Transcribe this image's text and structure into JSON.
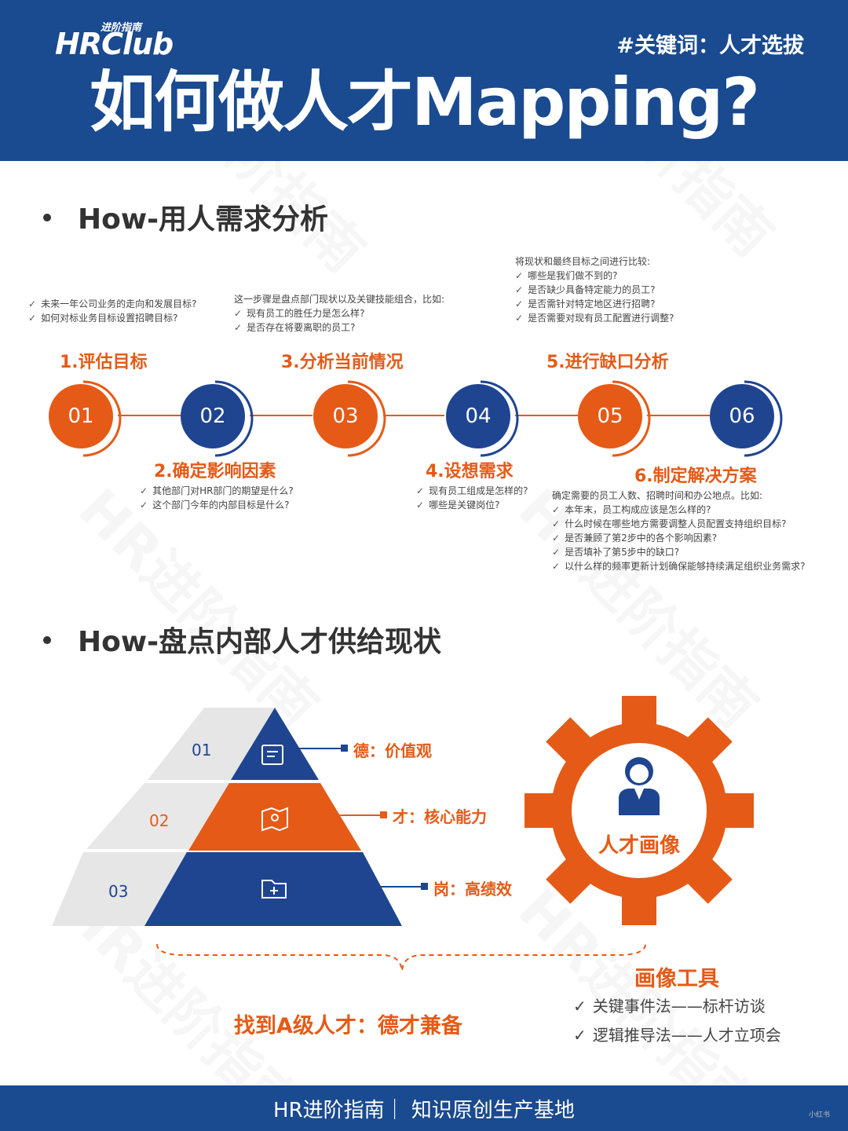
{
  "header": {
    "logo_sub": "进阶指南",
    "logo_main": "HRClub",
    "keyword": "#关键词：人才选拔",
    "title": "如何做人才Mapping?"
  },
  "section1": {
    "title": "How-用人需求分析",
    "steps": [
      {
        "num": "01",
        "label": "1.评估目标",
        "intro": "",
        "items": [
          "未来一年公司业务的走向和发展目标?",
          "如何对标业务目标设置招聘目标?"
        ]
      },
      {
        "num": "02",
        "label": "2.确定影响因素",
        "intro": "",
        "items": [
          "其他部门对HR部门的期望是什么?",
          "这个部门今年的内部目标是什么?"
        ]
      },
      {
        "num": "03",
        "label": "3.分析当前情况",
        "intro": "这一步骤是盘点部门现状以及关键技能组合，比如:",
        "items": [
          "现有员工的胜任力是怎么样?",
          "是否存在将要离职的员工?"
        ]
      },
      {
        "num": "04",
        "label": "4.设想需求",
        "intro": "",
        "items": [
          "现有员工组成是怎样的?",
          "哪些是关键岗位?"
        ]
      },
      {
        "num": "05",
        "label": "5.进行缺口分析",
        "intro": "将现状和最终目标之间进行比较:",
        "items": [
          "哪些是我们做不到的?",
          "是否缺少具备特定能力的员工?",
          "是否需针对特定地区进行招聘?",
          "是否需要对现有员工配置进行调整?"
        ]
      },
      {
        "num": "06",
        "label": "6.制定解决方案",
        "intro": "确定需要的员工人数、招聘时间和办公地点。比如:",
        "items": [
          "本年末，员工构成应该是怎么样的?",
          "什么时候在哪些地方需要调整人员配置支持组织目标?",
          "是否兼顾了第2步中的各个影响因素?",
          "是否填补了第5步中的缺口?",
          "以什么样的频率更新计划确保能够持续满足组织业务需求?"
        ]
      }
    ]
  },
  "section2": {
    "title": "How-盘点内部人才供给现状",
    "pyramid": [
      {
        "num": "01",
        "label": "德：价值观",
        "icon": "map-scroll-icon"
      },
      {
        "num": "02",
        "label": "才：核心能力",
        "icon": "map-pin-icon"
      },
      {
        "num": "03",
        "label": "岗：高绩效",
        "icon": "folder-plus-icon"
      }
    ],
    "gear_label": "人才画像",
    "conclusion": "找到A级人才：德才兼备",
    "tools_title": "画像工具",
    "tools": [
      "关键事件法——标杆访谈",
      "逻辑推导法——人才立项会"
    ]
  },
  "footer": {
    "text": "HR进阶指南｜ 知识原创生产基地",
    "watermark": "小红书"
  },
  "colors": {
    "brand_blue": "#1a4a8f",
    "accent_orange": "#e55a16",
    "step_blue": "#1f4591"
  }
}
